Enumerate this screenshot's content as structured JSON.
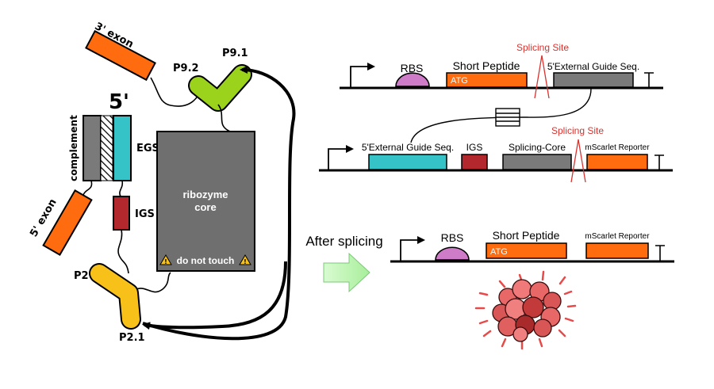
{
  "left_diagram": {
    "exon3": "3' exon",
    "exon5": "5' exon",
    "five_prime": "5'",
    "complement": "complement",
    "egs": "EGS",
    "igs": "IGS",
    "p9_2": "P9.2",
    "p9_1": "P9.1",
    "p2": "P2",
    "p2_1": "P2.1",
    "core_line1": "ribozyme",
    "core_line2": "core",
    "do_not_touch": "do not touch"
  },
  "top_construct": {
    "rbs": "RBS",
    "short_peptide": "Short Peptide",
    "atg": "ATG",
    "splicing_site": "Splicing Site",
    "external_guide": "5'External Guide Seq."
  },
  "middle_construct": {
    "external_guide": "5'External Guide Seq.",
    "igs": "IGS",
    "splicing_core": "Splicing-Core",
    "splicing_site": "Splicing Site",
    "mscarlet": "mScarlet Reporter"
  },
  "after": {
    "label": "After splicing",
    "rbs": "RBS",
    "short_peptide": "Short Peptide",
    "atg": "ATG",
    "mscarlet": "mScarlet Reporter"
  },
  "colors": {
    "orange": "#ff6c10",
    "yellow_green": "#9ad21c",
    "teal": "#36c3c8",
    "gray": "#7a7a7a",
    "dark_red": "#b3282d",
    "yellow": "#f8c11a",
    "purple": "#cf7cc8",
    "splice_red": "#d8332f",
    "arrow_green": "#c8f8c0"
  }
}
